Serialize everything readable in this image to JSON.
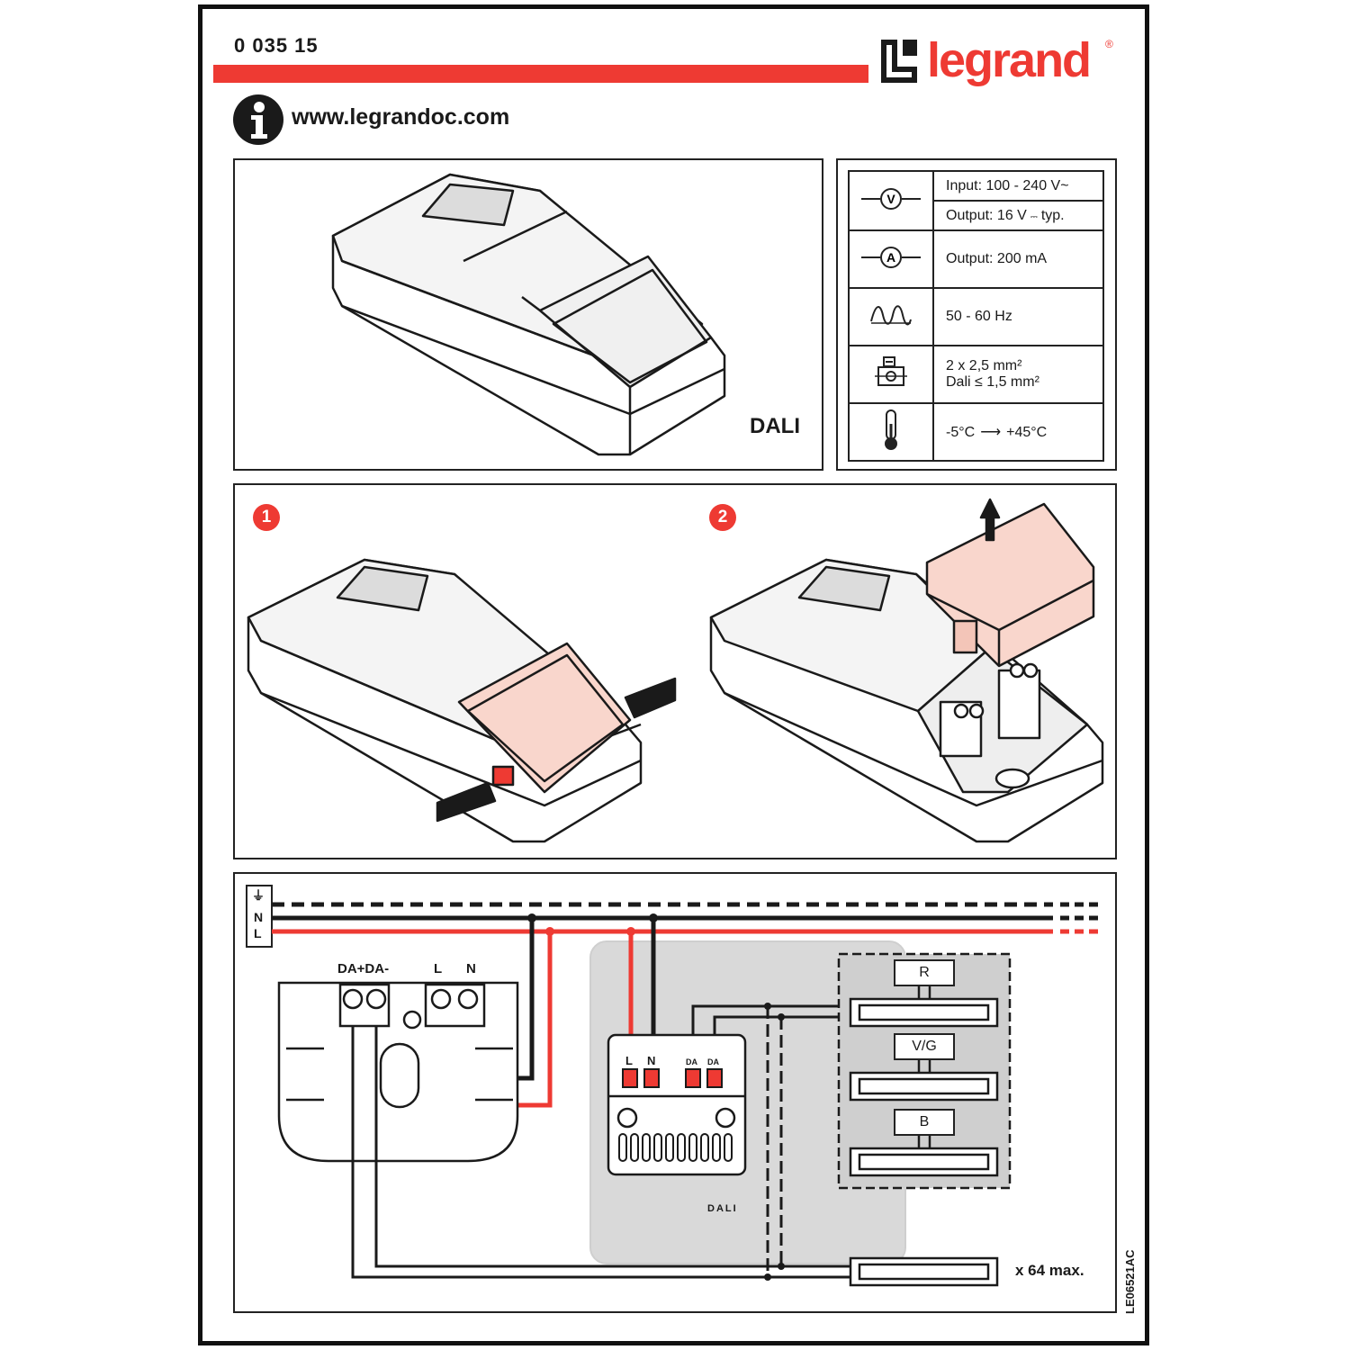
{
  "header": {
    "product_code": "0 035 15",
    "brand": "legrand",
    "brand_mark": "®",
    "website": "www.legrandoc.com"
  },
  "product_panel": {
    "label": "DALI"
  },
  "specs": [
    {
      "icon": "voltage-icon",
      "lines": [
        "Input: 100 - 240 V~",
        "Output: 16 V",
        "typ."
      ]
    },
    {
      "icon": "current-icon",
      "lines": [
        "Output: 200 mA"
      ]
    },
    {
      "icon": "frequency-icon",
      "lines": [
        "50 - 60 Hz"
      ]
    },
    {
      "icon": "terminal-screw-icon",
      "lines": [
        "2 x 2,5 mm²",
        "Dali ≤ 1,5 mm²"
      ]
    },
    {
      "icon": "thermometer-icon",
      "lines": [
        "-5°C",
        "+45°C"
      ]
    }
  ],
  "steps": {
    "one": "1",
    "two": "2"
  },
  "wiring": {
    "supply_labels": {
      "earth": "⏚",
      "neutral": "N",
      "line": "L"
    },
    "driver_terminals": {
      "da_plus_minus": "DA+DA-",
      "line": "L",
      "neutral": "N"
    },
    "module_terminals": {
      "line": "L",
      "neutral": "N",
      "da1": "DA",
      "da2": "DA"
    },
    "module_label": "DALI",
    "channels": [
      "R",
      "V/G",
      "B"
    ],
    "max_count": "x 64 max."
  },
  "document_code": "LE06521AC",
  "colors": {
    "accent_red": "#ee3a33",
    "pink": "#f9d6cc",
    "grey": "#d9d9d9"
  }
}
